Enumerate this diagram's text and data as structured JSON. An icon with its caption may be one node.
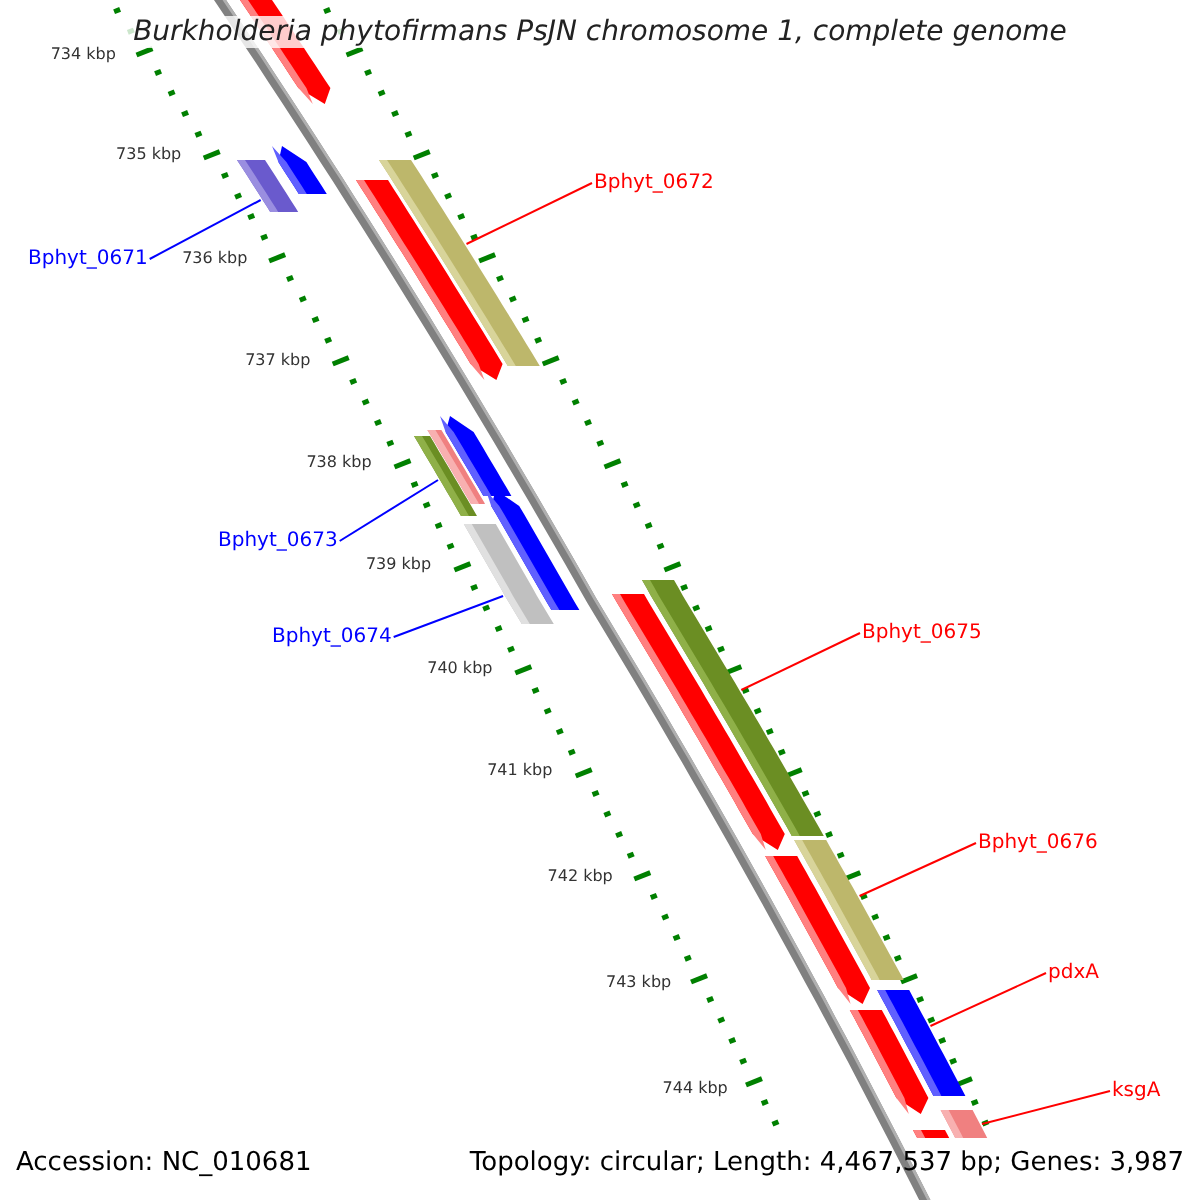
{
  "diagram": {
    "title": "Burkholderia phytofirmans PsJN chromosome 1, complete genome",
    "nodes": [
      {
        "text": [
          "Bphyt_0672"
        ]
      },
      {
        "text": [
          "Bphyt_0671"
        ]
      },
      {
        "text": [
          "Bphyt_0673"
        ]
      },
      {
        "text": [
          "Bphyt_0674"
        ]
      },
      {
        "text": [
          "Bphyt_0675"
        ]
      },
      {
        "text": [
          "Bphyt_0676"
        ]
      },
      {
        "text": [
          "pdxA"
        ]
      },
      {
        "text": [
          "ksgA"
        ]
      },
      {
        "text": [],
        "shape": "bar"
      },
      {
        "text": [],
        "shape": "bar"
      },
      {
        "text": [],
        "shape": "bar"
      },
      {
        "text": [],
        "shape": "bar"
      },
      {
        "text": [],
        "shape": "bar"
      },
      {
        "text": [],
        "shape": "bar"
      },
      {
        "text": [],
        "shape": "bar"
      },
      {
        "text": [],
        "shape": "bar"
      }
    ],
    "edges": [
      {
        "from": 0,
        "to": 8,
        "arrow": "none"
      },
      {
        "from": 1,
        "to": 9,
        "arrow": "none",
        "color": "#0000ff"
      },
      {
        "from": 2,
        "to": 10,
        "arrow": "none",
        "color": "#0000ff"
      },
      {
        "from": 3,
        "to": 11,
        "arrow": "none",
        "color": "#0000ff"
      },
      {
        "from": 4,
        "to": 12,
        "arrow": "none"
      },
      {
        "from": 5,
        "to": 13,
        "arrow": "none"
      },
      {
        "from": 6,
        "to": 14,
        "arrow": "none"
      },
      {
        "from": 7,
        "to": 15,
        "arrow": "none"
      }
    ],
    "labels": [
      "734 kbp",
      "735 kbp",
      "736 kbp",
      "737 kbp",
      "738 kbp",
      "739 kbp",
      "740 kbp",
      "741 kbp",
      "742 kbp",
      "743 kbp",
      "744 kbp",
      "Accession: NC_010681",
      "Topology: circular; Length: 4,467,537 bp; Genes: 3,987"
    ]
  }
}
